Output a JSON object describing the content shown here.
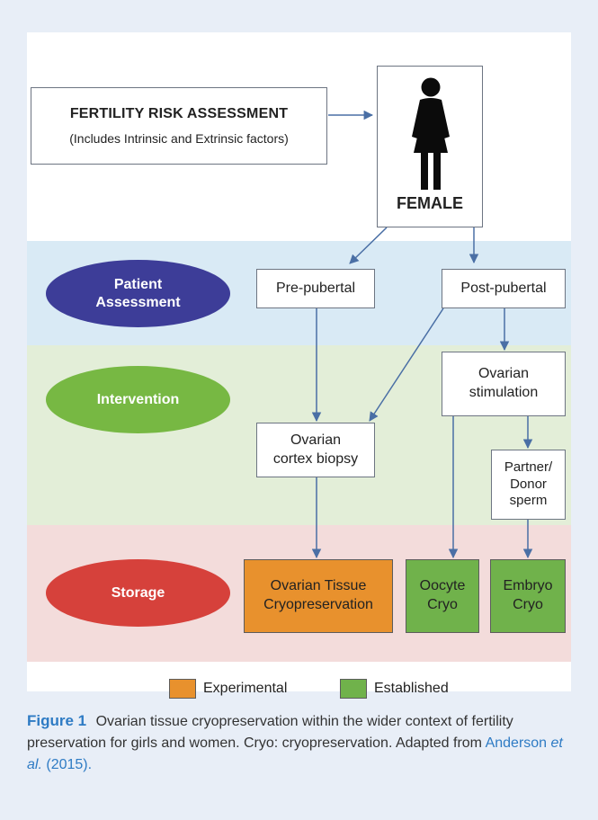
{
  "diagram": {
    "risk_assessment": {
      "title": "FERTILITY RISK ASSESSMENT",
      "subtitle": "(Includes Intrinsic and Extrinsic factors)"
    },
    "female_label": "FEMALE",
    "female_icon": "female-figure-icon",
    "rows": {
      "patient_assessment": "Patient\nAssessment",
      "intervention": "Intervention",
      "storage": "Storage"
    },
    "nodes": {
      "pre_pubertal": "Pre-pubertal",
      "post_pubertal": "Post-pubertal",
      "ovarian_stimulation": "Ovarian\nstimulation",
      "ovarian_cortex_biopsy": "Ovarian\ncortex biopsy",
      "partner_donor_sperm": "Partner/\nDonor\nsperm",
      "ovarian_tissue_cryo": "Ovarian Tissue\nCryopreservation",
      "oocyte_cryo": "Oocyte\nCryo",
      "embryo_cryo": "Embryo\nCryo"
    },
    "legend": [
      {
        "label": "Experimental",
        "color": "#e8912d"
      },
      {
        "label": "Established",
        "color": "#70b24b"
      }
    ],
    "colors": {
      "patient_assessment": "#3d3d98",
      "intervention": "#77b843",
      "storage": "#d6413b",
      "arrow": "#4a6fa5"
    }
  },
  "caption": {
    "label": "Figure 1",
    "text": "Ovarian tissue cryopreservation within the wider context of fertility preservation for girls and women. Cryo: cryopreservation. Adapted from",
    "link_author": "Anderson",
    "link_etal": "et al.",
    "link_year": "(2015)."
  }
}
